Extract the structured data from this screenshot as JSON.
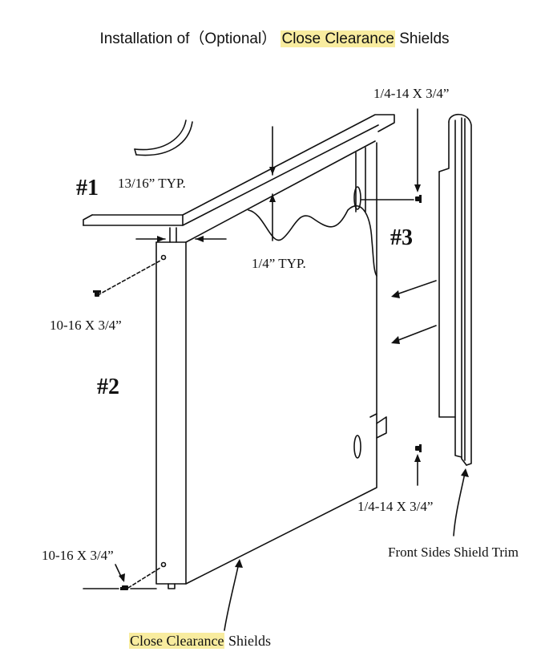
{
  "title": {
    "prefix": "Installation of（Optional）",
    "highlight": "Close Clearance",
    "suffix": "Shields"
  },
  "labels": {
    "step1": "#1",
    "step2": "#2",
    "step3": "#3",
    "gap_top": "13/16” TYP.",
    "gap_side": "1/4” TYP.",
    "screw_top_right": "1/4-14 X 3/4”",
    "screw_bottom_right": "1/4-14 X 3/4”",
    "screw_top_left": "10-16 X 3/4”",
    "screw_bottom_left": "10-16 X 3/4”",
    "trim": "Front Sides Shield Trim"
  },
  "caption": {
    "highlight": "Close Clearance",
    "suffix": "Shields"
  },
  "colors": {
    "highlight": "#f8ec9f",
    "line": "#111111"
  }
}
